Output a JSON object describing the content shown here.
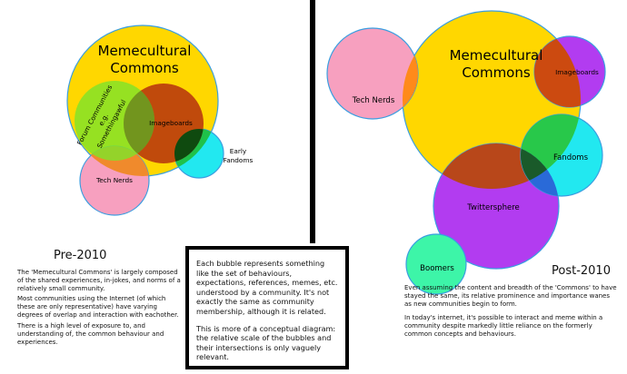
{
  "pre": {
    "heading": "Pre-2010",
    "para1": "The 'Memecultural Commons' is largely composed of the shared experiences, in-jokes, and norms of a relatively small community.",
    "para2": "Most communities using the Internet (of which these are only representative) have varying degrees of overlap and interaction with eachother.",
    "para3": "There is a high level of exposure to, and understanding of, the common behaviour and experiences.",
    "bubbles": {
      "commons_line1": "Memecultural",
      "commons_line2": "Commons",
      "forum_line1": "Forum Communities",
      "forum_line2": "e.g.",
      "forum_line3": "Somethingawful",
      "imageboards": "Imageboards",
      "tech": "Tech Nerds",
      "early_line1": "Early",
      "early_line2": "Fandoms"
    }
  },
  "post": {
    "heading": "Post-2010",
    "para1": "Even assuming the content and breadth of the 'Commons' to have stayed the same, its relative prominence and importance wanes as new communities begin to form.",
    "para2": "In today's internet, it's possible to interact and meme within a community despite markedly little reliance on the formerly common concepts and behaviours.",
    "bubbles": {
      "commons_line1": "Memecultural",
      "commons_line2": "Commons",
      "tech": "Tech Nerds",
      "imageboards": "Imageboards",
      "fandoms": "Fandoms",
      "twitter": "Twittersphere",
      "boomers": "Boomers"
    }
  },
  "note": {
    "para1": "Each bubble represents something like the set of behaviours, expectations, references, memes, etc. understood by a community. It's not exactly the same as community membership, although it is related.",
    "para2": "This is more of a conceptual diagram: the relative scale of the bubbles and their intersections is only vaguely relevant."
  },
  "colors": {
    "commons": "#ffd700",
    "forum": "#7fe32a",
    "imageboards": "#c04a0c",
    "tech": "#f7a0bf",
    "fandoms": "#22e8f0",
    "purple": "#b23cf0",
    "boomers": "#3df5a8",
    "stroke": "#3a9ee0"
  }
}
